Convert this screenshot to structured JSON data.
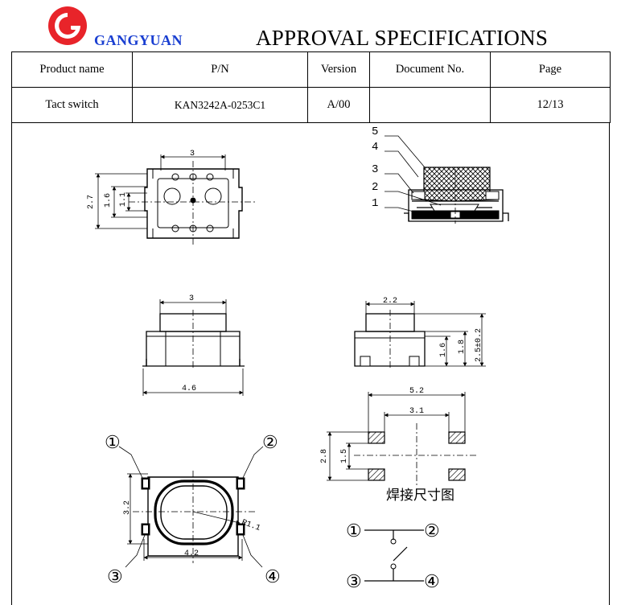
{
  "header": {
    "company": "GANGYUAN",
    "title": "APPROVAL SPECIFICATIONS",
    "logo_colors": {
      "primary": "#e8242a",
      "secondary": "#ffffff"
    }
  },
  "table": {
    "headers": [
      "Product name",
      "P/N",
      "Version",
      "Document No.",
      "Page"
    ],
    "values": [
      "Tact switch",
      "KAN3242A-0253C1",
      "A/00",
      "",
      "12/13"
    ]
  },
  "drawing": {
    "top_view": {
      "width": "3",
      "height_outer": "2.7",
      "height_mid": "1.6",
      "height_inner": "1.1"
    },
    "section_view": {
      "labels": [
        "5",
        "4",
        "3",
        "2",
        "1"
      ]
    },
    "front_view": {
      "top_width": "3",
      "body_width": "4.6"
    },
    "side_view": {
      "top_width": "2.2",
      "heights": [
        "1.6",
        "1.8",
        "2.5±0.2"
      ]
    },
    "bottom_view": {
      "terminals": [
        "①",
        "②",
        "③",
        "④"
      ],
      "height": "3.2",
      "width": "4.2",
      "radius": "R1.1"
    },
    "pad_layout": {
      "outer_width": "5.2",
      "inner_width": "3.1",
      "outer_height": "2.8",
      "inner_height": "1.5",
      "caption": "焊接尺寸图"
    },
    "circuit": {
      "terminals": [
        "①",
        "②",
        "③",
        "④"
      ]
    }
  },
  "colors": {
    "line": "#000000",
    "company_blue": "#1a3fd1",
    "logo_red": "#e8242a"
  }
}
